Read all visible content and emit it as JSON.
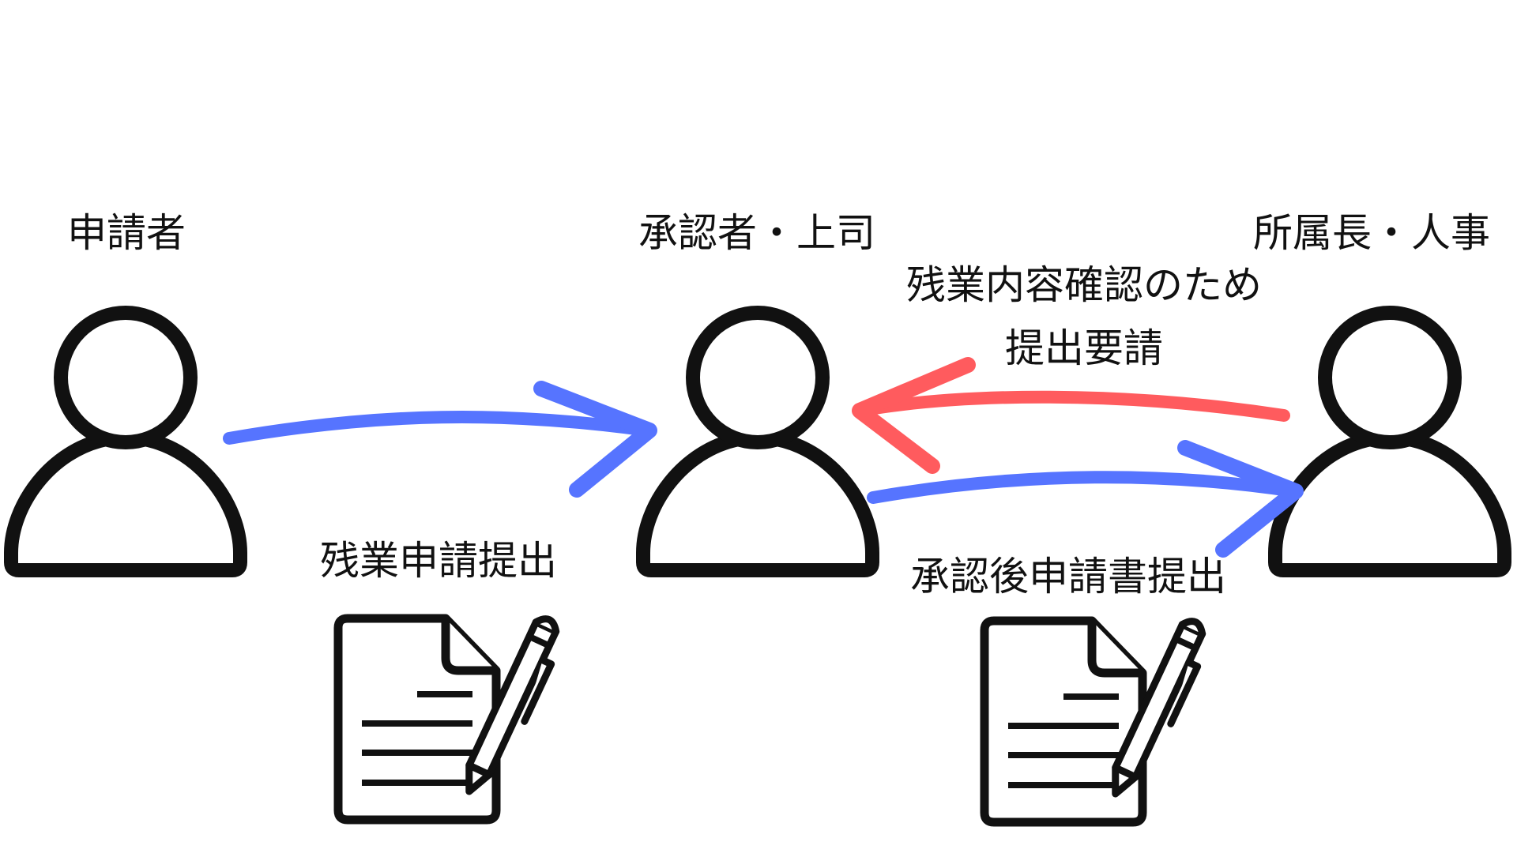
{
  "actors": {
    "applicant": "申請者",
    "approver": "承認者・上司",
    "department_hr": "所属長・人事"
  },
  "flows": {
    "overtime_request": "残業申請提出",
    "request_line1": "残業内容確認のため",
    "request_line2": "提出要請",
    "submit_after_approval": "承認後申請書提出"
  },
  "colors": {
    "submit_arrow": "#5674FF",
    "request_arrow": "#FF5B5E",
    "outline": "#111111",
    "background": "#FFFFFF"
  },
  "icons": {
    "person": "person-icon",
    "document": "document-pen-icon"
  }
}
